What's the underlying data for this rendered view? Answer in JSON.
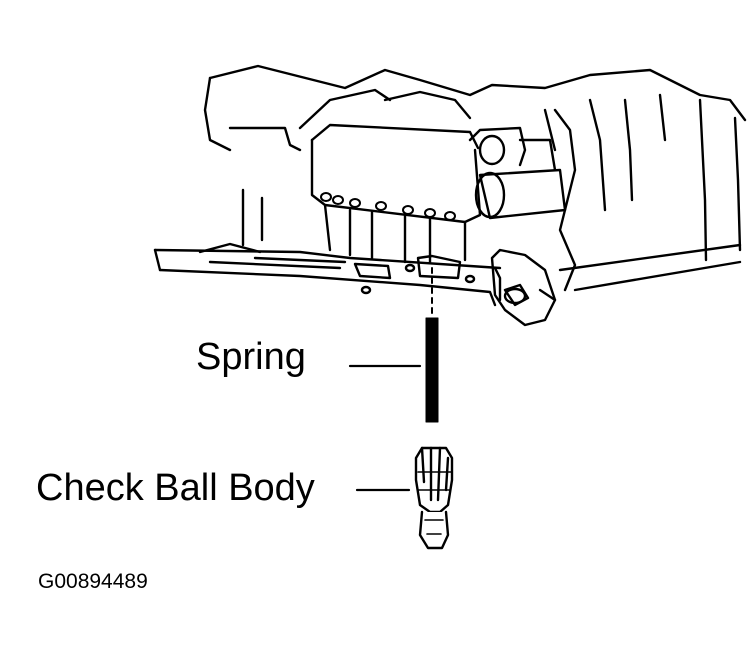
{
  "labels": {
    "spring": "Spring",
    "check_ball_body": "Check Ball Body"
  },
  "figure_id": "G00894489",
  "colors": {
    "ink": "#000000",
    "background": "#ffffff"
  }
}
